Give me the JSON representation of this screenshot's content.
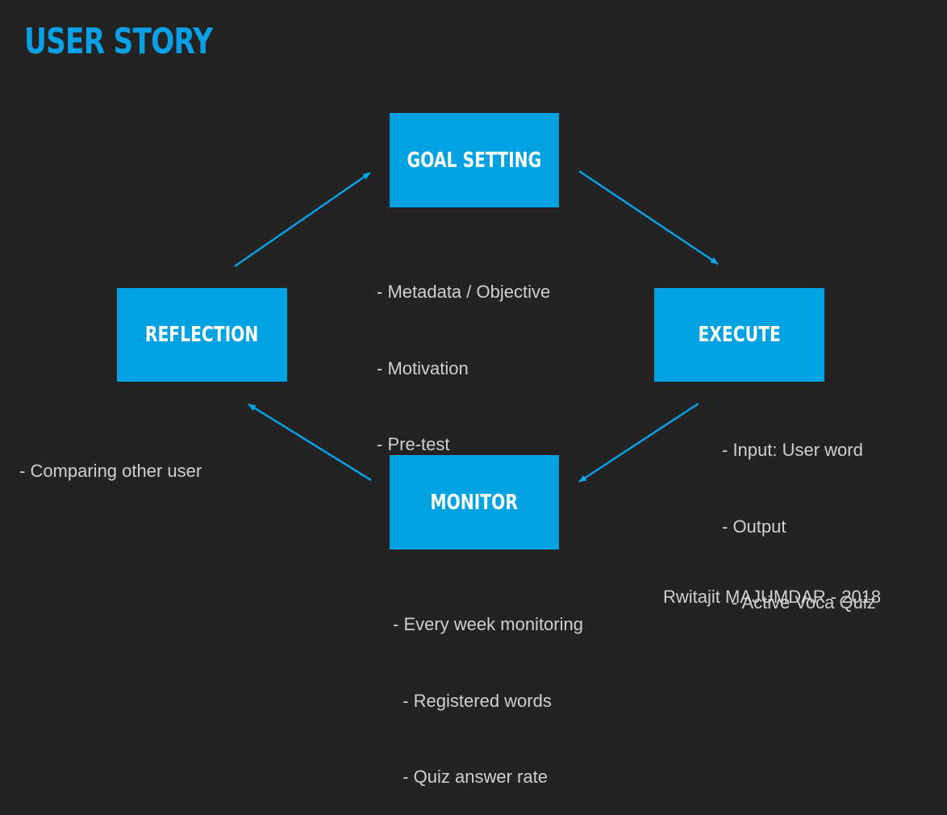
{
  "slide": {
    "title": "USER STORY",
    "accent_color": "#0aa0e6",
    "box_color": "#00a2e2",
    "arrow_color": "#0aa0e6"
  },
  "stages": {
    "goal_setting": {
      "label": "GOAL SETTING",
      "notes": [
        "- Metadata / Objective",
        "- Motivation",
        "- Pre-test"
      ]
    },
    "execute": {
      "label": "EXECUTE",
      "notes": [
        "- Input: User word",
        "- Output",
        "  - Active Voca Quiz"
      ]
    },
    "monitor": {
      "label": "MONITOR",
      "notes": [
        "- Every week monitoring",
        "  - Registered words",
        "  - Quiz answer rate"
      ]
    },
    "reflection": {
      "label": "REFLECTION",
      "notes": [
        "- Comparing other user"
      ]
    }
  },
  "credit": "Rwitajit MAJUMDAR - 2018"
}
